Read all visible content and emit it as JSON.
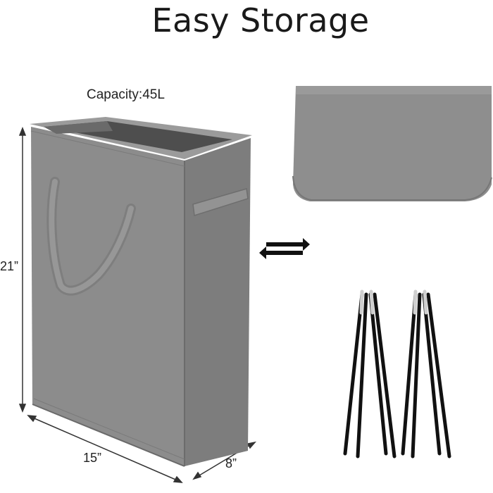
{
  "title": "Easy Storage",
  "capacity_label": "Capacity:45L",
  "dimensions": {
    "height": "21”",
    "width": "15”",
    "depth": "8”"
  },
  "icons": {
    "swap": "swap-arrows-icon"
  },
  "colors": {
    "fabric": "#8a8a8a",
    "fabric_dark": "#6f6f6f",
    "fabric_light": "#9a9a9a",
    "rod": "#111111",
    "background": "#ffffff"
  }
}
